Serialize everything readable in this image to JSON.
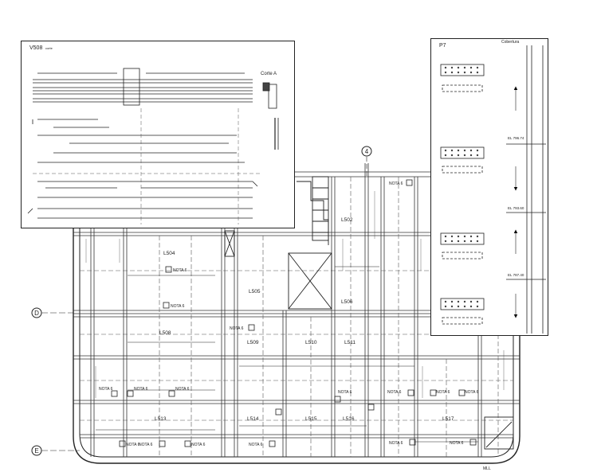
{
  "plan": {
    "axes": [
      {
        "id": "D",
        "label": "D"
      },
      {
        "id": "E",
        "label": "E"
      },
      {
        "id": "4",
        "label": "4"
      }
    ],
    "slabs": [
      {
        "id": "L504",
        "label": "L504"
      },
      {
        "id": "L505",
        "label": "L505"
      },
      {
        "id": "L506",
        "label": "L506"
      },
      {
        "id": "L502",
        "label": "L502"
      },
      {
        "id": "L508",
        "label": "L508"
      },
      {
        "id": "L509",
        "label": "L509"
      },
      {
        "id": "L510",
        "label": "L510"
      },
      {
        "id": "L511",
        "label": "L511"
      },
      {
        "id": "L513",
        "label": "L513"
      },
      {
        "id": "L514",
        "label": "L514"
      },
      {
        "id": "L515",
        "label": "L515"
      },
      {
        "id": "L516",
        "label": "L516"
      },
      {
        "id": "L517",
        "label": "L517"
      }
    ],
    "note_label": "NOTA 6",
    "corner_label": "MLL"
  },
  "detail_v508": {
    "title": "V508",
    "subtitle": "corte",
    "section_title": "Corte A"
  },
  "detail_p7": {
    "title": "P7",
    "header": "Cobertura",
    "levels": [
      "EL 796.74",
      "EL 793.60",
      "EL 787.40"
    ]
  }
}
